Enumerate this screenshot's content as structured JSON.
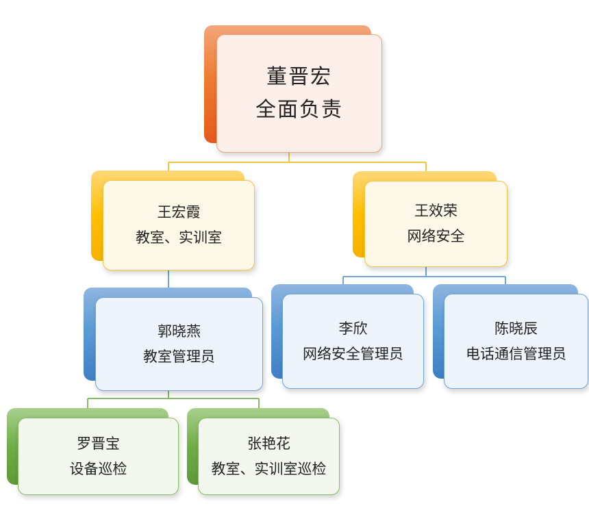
{
  "diagram": {
    "root": {
      "name": "董晋宏",
      "role": "全面负责"
    },
    "left_branch": {
      "name": "王宏霞",
      "role": "教室、实训室"
    },
    "right_branch": {
      "name": "王效荣",
      "role": "网络安全"
    },
    "left_child": {
      "name": "郭晓燕",
      "role": "教室管理员"
    },
    "right_child_1": {
      "name": "李欣",
      "role": "网络安全管理员"
    },
    "right_child_2": {
      "name": "陈晓辰",
      "role": "电话通信管理员"
    },
    "leaf_1": {
      "name": "罗晋宝",
      "role": "设备巡检"
    },
    "leaf_2": {
      "name": "张艳花",
      "role": "教室、实训室巡检"
    }
  },
  "colors": {
    "level1": "#ed7d31",
    "level2": "#ffc000",
    "level3": "#5b9bd5",
    "level4": "#70ad47"
  }
}
